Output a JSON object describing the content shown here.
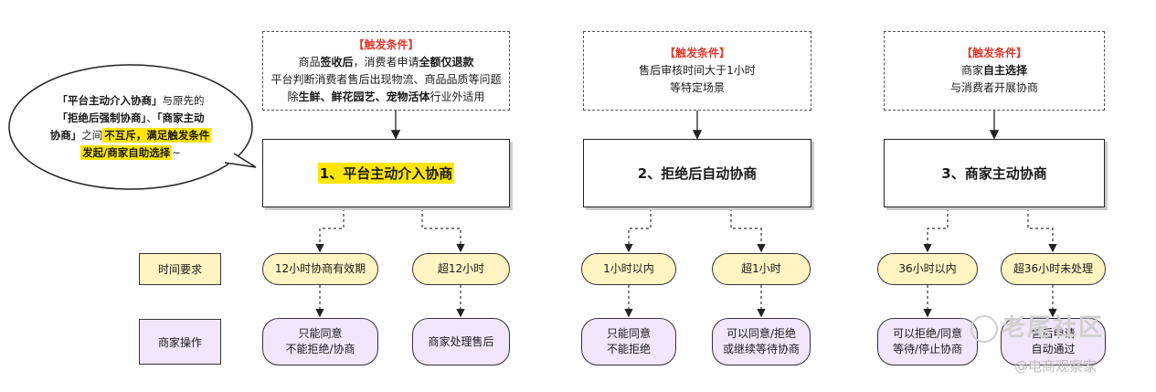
{
  "callout": {
    "l1a": "「平台主动介入协商」",
    "l1b": "与原先的",
    "l2a": "「拒绝后强制协商」",
    "l2b": "、",
    "l2c": "「商家主动",
    "l3a": "协商」",
    "l3b": "之间",
    "l3c": "不互斥，满足触发条件",
    "l4a": "发起/商家自助选择",
    "l4b": "~"
  },
  "row_labels": {
    "time": "时间要求",
    "action": "商家操作"
  },
  "flows": [
    {
      "trigger_tag": "【触发条件】",
      "trigger": {
        "l1a": "商品",
        "l1b": "签收后",
        "l1c": "，消费者申请",
        "l1d": "全额仅退款",
        "l2": "平台判断消费者售后出现物流、商品品质等问题",
        "l3a": "除",
        "l3b": "生鲜、鲜花园艺、宠物活体",
        "l3c": "行业外适用"
      },
      "title": "1、平台主动介入协商",
      "time": [
        "12小时协商有效期",
        "超12小时"
      ],
      "action": [
        "只能同意\n不能拒绝/协商",
        "商家处理售后"
      ]
    },
    {
      "trigger_tag": "【触发条件】",
      "trigger": {
        "l1": "售后审核时间大于1小时",
        "l2": "等特定场景"
      },
      "title": "2、拒绝后自动协商",
      "time": [
        "1小时以内",
        "超1小时"
      ],
      "action": [
        "只能同意\n不能拒绝",
        "可以同意/拒绝\n或继续等待协商"
      ]
    },
    {
      "trigger_tag": "【触发条件】",
      "trigger": {
        "l1a": "商家",
        "l1b": "自主选择",
        "l2": "与消费者开展协商"
      },
      "title": "3、商家主动协商",
      "time": [
        "36小时以内",
        "超36小时未处理"
      ],
      "action": [
        "可以拒绝/同意\n等待/停止协商",
        "售后申请\n自动通过"
      ]
    }
  ],
  "watermark": {
    "line1": "老尾社区",
    "line2": "@电商观察家"
  }
}
